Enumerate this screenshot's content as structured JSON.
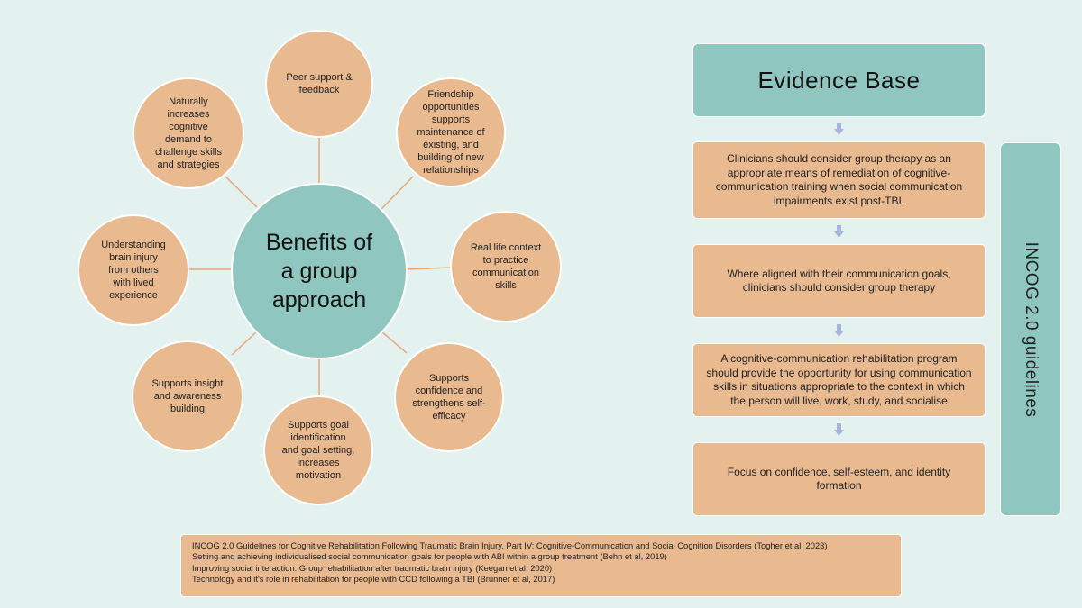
{
  "diagram": {
    "hub_label": "Benefits of\na group\napproach",
    "petals": [
      "Peer support &\nfeedback",
      "Friendship\nopportunities\nsupports\nmaintenance of\nexisting, and\nbuilding of new\nrelationships",
      "Real life context\nto practice\ncommunication\nskills",
      "Supports\nconfidence and\nstrengthens self-\nefficacy",
      "Supports goal\nidentification\nand goal setting,\nincreases\nmotivation",
      "Supports insight\nand awareness\nbuilding",
      "Understanding\nbrain injury\nfrom others\nwith lived\nexperience",
      "Naturally\nincreases\ncognitive\ndemand to\nchallenge skills\nand strategies"
    ]
  },
  "evidence": {
    "header": "Evidence Base",
    "items": [
      "Clinicians should consider group therapy as an\nappropriate means of remediation of cognitive-\ncommunication training when social communication\nimpairments exist post-TBI.",
      "Where aligned with their communication goals,\nclinicians should consider group therapy",
      "A cognitive-communication rehabilitation program\nshould provide the opportunity for using communication\nskills in situations appropriate to the context in which\nthe person will live, work, study, and socialise",
      "Focus on confidence, self-esteem, and identity\nformation"
    ],
    "side_label": "INCOG 2.0 guidelines"
  },
  "references": [
    "INCOG 2.0 Guidelines for Cognitive Rehabilitation Following Traumatic Brain Injury, Part IV: Cognitive-Communication and Social Cognition Disorders (Togher et al, 2023)",
    "Setting and achieving individualised social communication goals for people with ABI within a group treatment (Behn et al, 2019)",
    "Improving social interaction: Group rehabilitation after traumatic brain injury (Keegan et al, 2020)",
    "Technology and it's role in rehabilitation for people with CCD following a TBI (Brunner et al, 2017)"
  ],
  "colors": {
    "background": "#e3f2ef",
    "teal": "#8fc7c0",
    "peach": "#e9b990",
    "connector": "#e7a77c",
    "arrow": "#a8b4e0"
  }
}
